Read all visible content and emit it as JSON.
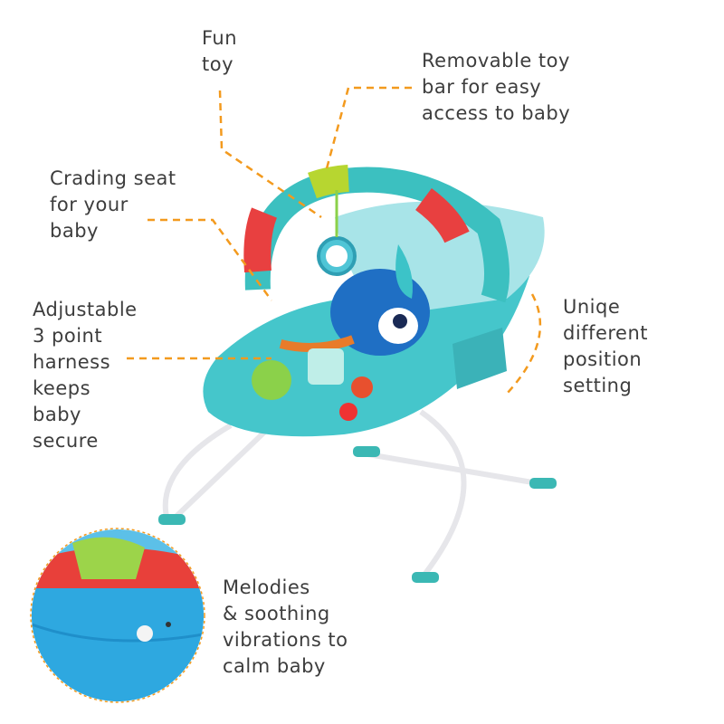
{
  "features": {
    "fun_toy": "Fun\ntoy",
    "toy_bar": "Removable toy\nbar for easy\naccess to baby",
    "cradling_seat": "Crading seat\nfor your\nbaby",
    "harness": "Adjustable\n3 point\nharness\nkeeps\nbaby\nsecure",
    "positions": "Uniqe\ndifferent\nposition\nsetting",
    "melodies": "Melodies\n& soothing\nvibrations to\ncalm baby"
  },
  "colors": {
    "callout_line": "#f39a1e",
    "text": "#3d3d3d",
    "seat_teal": "#3cc3c8",
    "whale_blue": "#1f6fc4",
    "frame": "#e8e8ea"
  }
}
